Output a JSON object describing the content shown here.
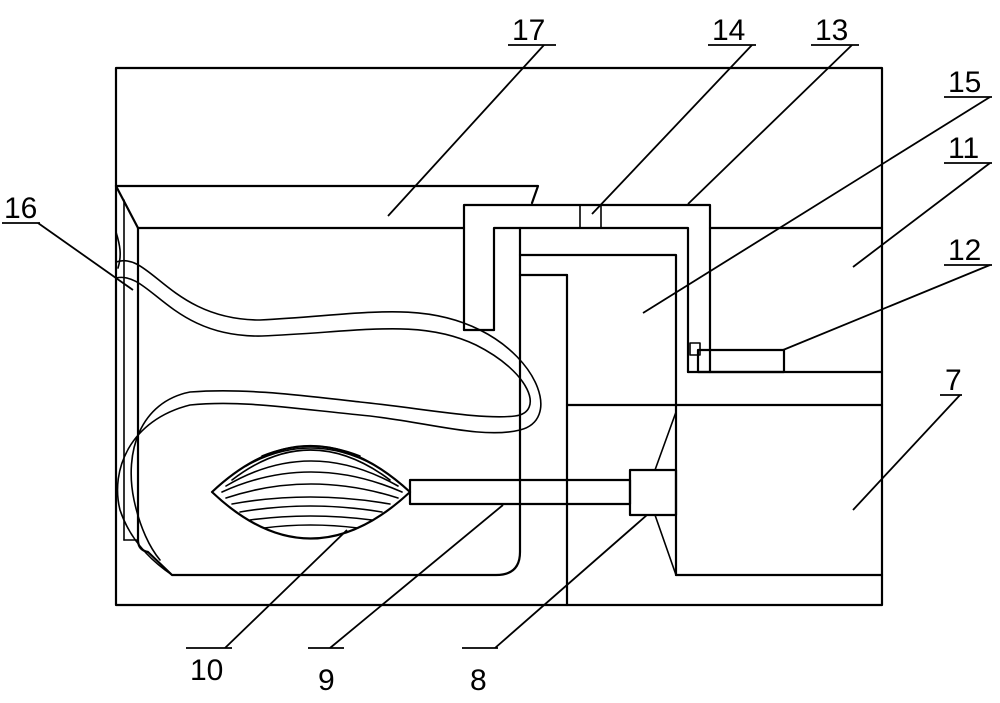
{
  "diagram": {
    "labels": {
      "l17": "17",
      "l14": "14",
      "l13": "13",
      "l15": "15",
      "l11": "11",
      "l12": "12",
      "l16": "16",
      "l7": "7",
      "l10": "10",
      "l9": "9",
      "l8": "8"
    },
    "colors": {
      "line": "#000000",
      "background": "#ffffff"
    }
  }
}
